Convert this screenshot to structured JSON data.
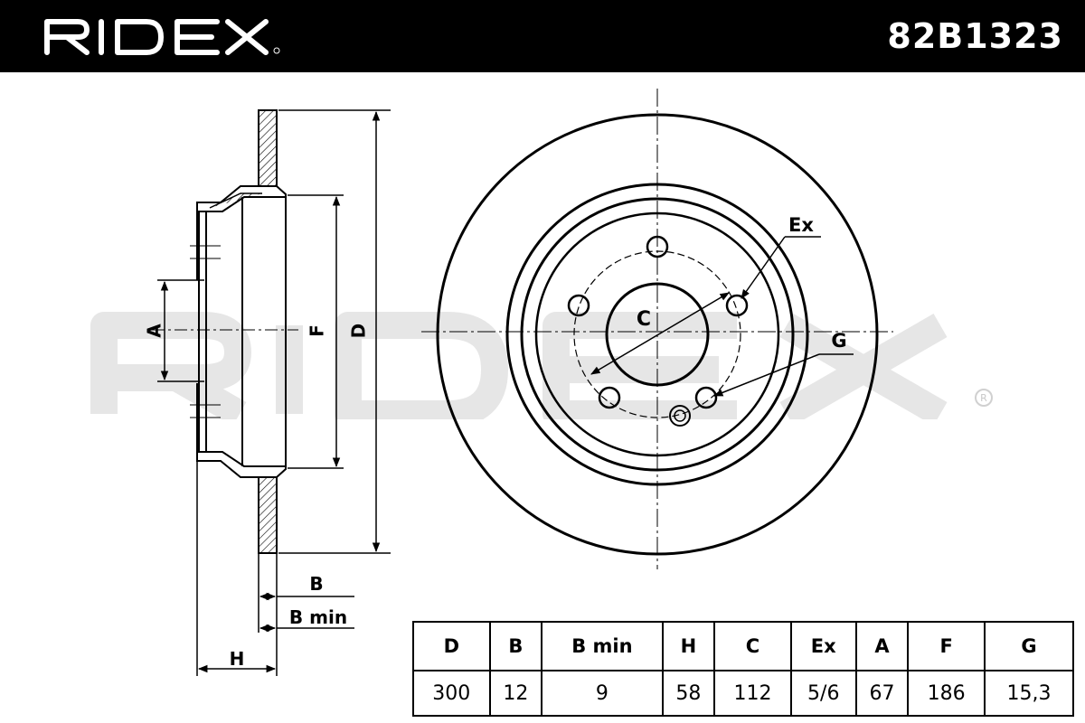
{
  "header": {
    "brand": "RIDEX",
    "part_number": "82B1323"
  },
  "watermark": {
    "text": "RIDEX"
  },
  "dimension_labels": {
    "A": "A",
    "B": "B",
    "B_min": "B min",
    "D": "D",
    "F": "F",
    "H": "H",
    "C": "C",
    "Ex": "Ex",
    "G": "G"
  },
  "specs": {
    "headers": [
      "D",
      "B",
      "B min",
      "H",
      "C",
      "Ex",
      "A",
      "F",
      "G"
    ],
    "values": [
      "300",
      "12",
      "9",
      "58",
      "112",
      "5/6",
      "67",
      "186",
      "15,3"
    ]
  },
  "colors": {
    "ink": "#000000",
    "watermark": "#e6e6e6",
    "background": "#ffffff"
  }
}
